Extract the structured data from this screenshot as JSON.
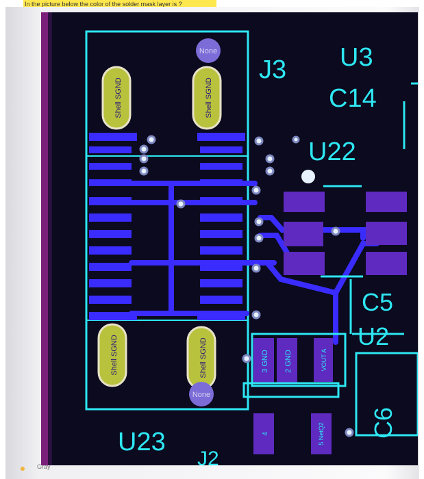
{
  "question": {
    "text": "In the picture below the color of the solder mask layer is ?"
  },
  "answer": {
    "option_label": "Gray"
  },
  "board": {
    "designators": {
      "j3": "J3",
      "u3": "U3",
      "c14": "C14",
      "u22": "U22",
      "c5": "C5",
      "u2": "U2",
      "c6": "C6",
      "u23": "U23",
      "j2": "J2"
    },
    "connector_pads": {
      "none_top": "None",
      "none_bottom": "None"
    },
    "shell_pads": [
      "Shell SGND",
      "Shell SGND",
      "Shell SGND",
      "Shell SGND"
    ],
    "pin_labels": {
      "pin3": "3 GND",
      "pin2": "2 GND",
      "pin1": "VOUT A",
      "pin4": "4",
      "pin5": "5 NetQ2"
    }
  },
  "colors": {
    "solder_mask": "#0b0a1e",
    "copper_top": "#3a2cff",
    "silkscreen": "#2ee6f2",
    "via_fill": "#e8f2ff",
    "shell_pad": "#b8c23c",
    "smd_pad": "#5e2ac0",
    "highlight": "#ffe84d"
  }
}
